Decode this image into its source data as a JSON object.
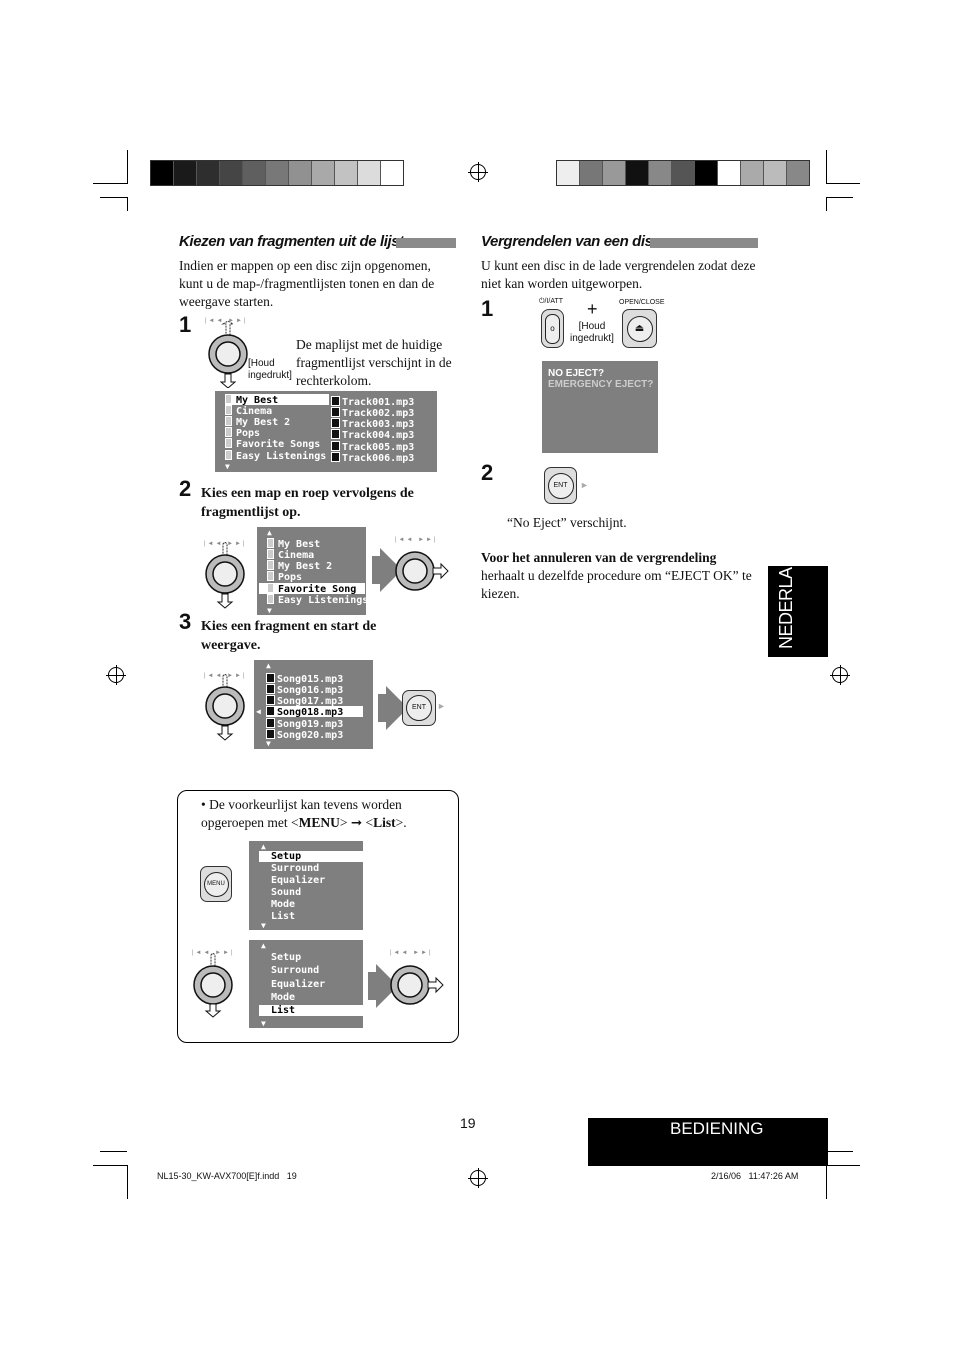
{
  "left_section": {
    "title": "Kiezen van fragmenten uit de lijst",
    "intro": "Indien er mappen op een disc zijn opgenomen, kunt u de map-/fragmentlijsten tonen en dan de weergave starten.",
    "step1": {
      "num": "1",
      "knob_label_line1": "[Houd",
      "knob_label_line2": "ingedrukt]",
      "note": "De maplijst met de huidige fragmentlijst verschijnt in de rechterkolom.",
      "folders": [
        "My Best",
        "Cinema",
        "My Best 2",
        "Pops",
        "Favorite Songs",
        "Easy Listenings"
      ],
      "tracks": [
        "Track001.mp3",
        "Track002.mp3",
        "Track003.mp3",
        "Track004.mp3",
        "Track005.mp3",
        "Track006.mp3"
      ]
    },
    "step2": {
      "num": "2",
      "text": "Kies een map en roep vervolgens de fragmentlijst op.",
      "folders": [
        "My Best",
        "Cinema",
        "My Best 2",
        "Pops",
        "Favorite Song",
        "Easy Listenings"
      ]
    },
    "step3": {
      "num": "3",
      "text": "Kies een fragment en start de weergave.",
      "songs": [
        "Song015.mp3",
        "Song016.mp3",
        "Song017.mp3",
        "Song018.mp3",
        "Song019.mp3",
        "Song020.mp3"
      ],
      "ent_label": "ENT"
    }
  },
  "tip_box": {
    "text_pre": "De voorkeurlijst kan tevens worden opgeroepen met <",
    "menu_word": "MENU",
    "text_mid": "> ",
    "arrow": "➞",
    "text_mid2": " <",
    "list_word": "List",
    "text_post": ">.",
    "menu_label": "MENU",
    "menu_items": [
      "Setup",
      "Surround",
      "Equalizer",
      "Sound",
      "Mode",
      "List"
    ],
    "menu_items2": [
      "Setup",
      "Surround",
      "Equalizer",
      "Mode",
      "List"
    ]
  },
  "right_section": {
    "title": "Vergrendelen van een disc",
    "intro": "U kunt een disc in de lade vergrendelen zodat deze niet kan worden uitgeworpen.",
    "step1": {
      "num": "1",
      "btn1_label": "⏻/I/ATT",
      "btn2_label": "OPEN/CLOSE",
      "plus": "+",
      "hold_line1": "[Houd",
      "hold_line2": "ingedrukt]",
      "screen_line1": "NO EJECT?",
      "screen_line2": "EMERGENCY EJECT?"
    },
    "step2": {
      "num": "2",
      "ent_label": "ENT",
      "result": "“No Eject” verschijnt."
    },
    "cancel_title": "Voor het annuleren van de vergrendeling",
    "cancel_text": "herhaalt u dezelfde procedure om “EJECT OK” te kiezen."
  },
  "side_tab": "NEDERLANDS",
  "page_number": "19",
  "footer_section": "BEDIENING",
  "print_info_left": "NL15-30_KW-AVX700[E]f.indd   19",
  "print_info_right": "2/16/06   11:47:26 AM",
  "skip_glyphs": "|◄◄  ►►|"
}
